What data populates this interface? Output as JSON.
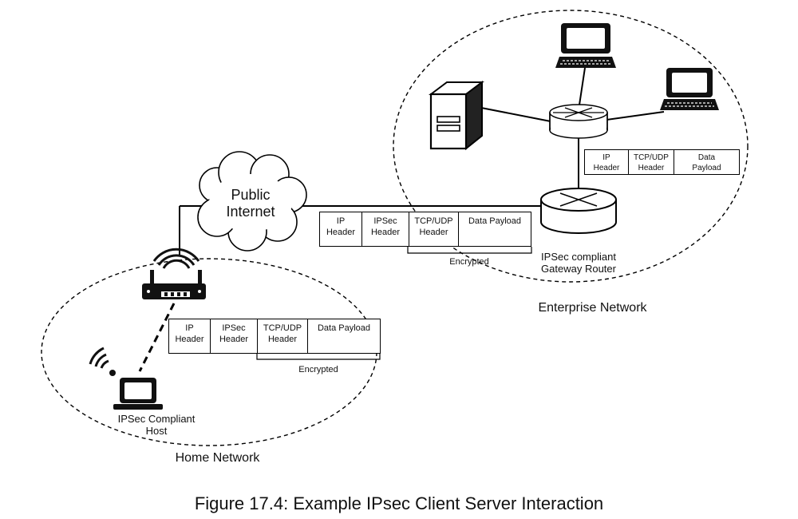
{
  "cloud_label": "Public\nInternet",
  "enterprise": {
    "title": "Enterprise Network",
    "gateway_label": "IPSec compliant\nGateway  Router",
    "inner_packet": [
      "IP\nHeader",
      "TCP/UDP\nHeader",
      "Data\nPayload"
    ],
    "outer_packet": [
      "IP\nHeader",
      "IPSec\nHeader",
      "TCP/UDP\nHeader",
      "Data Payload"
    ],
    "encrypted_label": "Encrypted"
  },
  "home": {
    "title": "Home Network",
    "host_label": "IPSec Compliant\nHost",
    "packet": [
      "IP\nHeader",
      "IPSec\nHeader",
      "TCP/UDP\nHeader",
      "Data Payload"
    ],
    "encrypted_label": "Encrypted"
  },
  "caption": "Figure 17.4: Example IPsec Client Server Interaction"
}
